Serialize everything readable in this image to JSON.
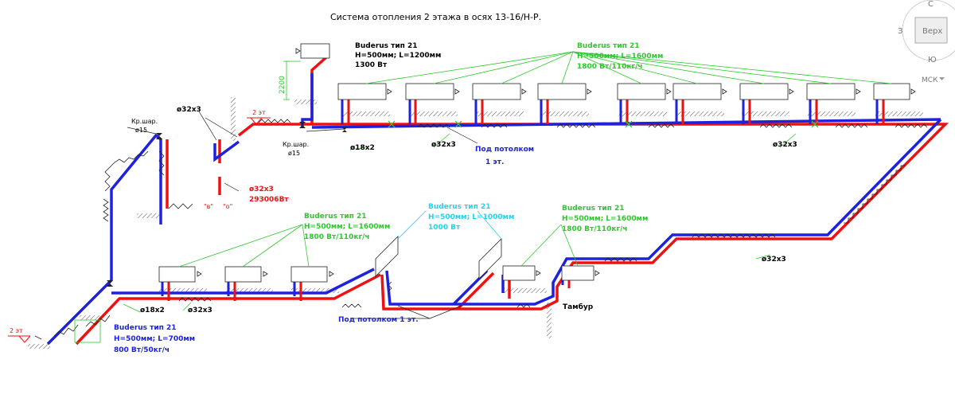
{
  "title": "Система отопления 2 этажа в осях 13-16/Н-Р.",
  "viewcube": {
    "north": "С",
    "west": "З",
    "south": "Ю",
    "top_label": "Верх",
    "ucs_label": "МСК"
  },
  "radiator_labels": {
    "top_left": [
      "Buderus тип 21",
      "H=500мм; L=1200мм",
      "1300 Вт"
    ],
    "top_right": [
      "Buderus тип 21",
      "H=500мм; L=1600мм",
      "1800 Вт/110кг/ч"
    ],
    "bottom_left": [
      "Buderus тип 21",
      "H=500мм; L=1600мм",
      "1800 Вт/110кг/ч"
    ],
    "bottom_middle": [
      "Buderus тип 21",
      "H=500мм; L=1000мм",
      "1000 Вт"
    ],
    "bottom_right": [
      "Buderus тип 21",
      "H=500мм; L=1600мм",
      "1800 Вт/110кг/ч"
    ],
    "entry": [
      "Buderus тип 21",
      "H=500мм; L=700мм",
      "800 Вт/50кг/ч"
    ]
  },
  "pipe_labels": {
    "d32_top_left": "ø32х3",
    "d32_top_mid": "ø32х3",
    "d32_right": "ø32х3",
    "d32_lower_right": "ø32х3",
    "d32_bottom_left": "ø32х3",
    "d32_red": "ø32х3",
    "d18_top": "ø18х2",
    "d18_bottom": "ø18х2",
    "power_total": "293006Вт"
  },
  "notes": {
    "valve_left": [
      "Кр.шар.",
      "ø15"
    ],
    "valve_mid": [
      "Кр.шар.",
      "ø15"
    ],
    "under_ceiling_top": [
      "Под потолком",
      "1 эт."
    ],
    "under_ceiling_bottom": "Под потолком 1 эт.",
    "floor_mark_top": "2 эт",
    "floor_mark_bottom": "2 эт",
    "height_dim": "2200",
    "vestibule": "Тамбур",
    "supply_mark": "\"в\"",
    "return_mark": "\"о\""
  },
  "colors": {
    "supply": "#ee1111",
    "return": "#1e22dd",
    "leader_green": "#2ec82e",
    "leader_cyan": "#22d3ee",
    "background": "#ffffff"
  }
}
